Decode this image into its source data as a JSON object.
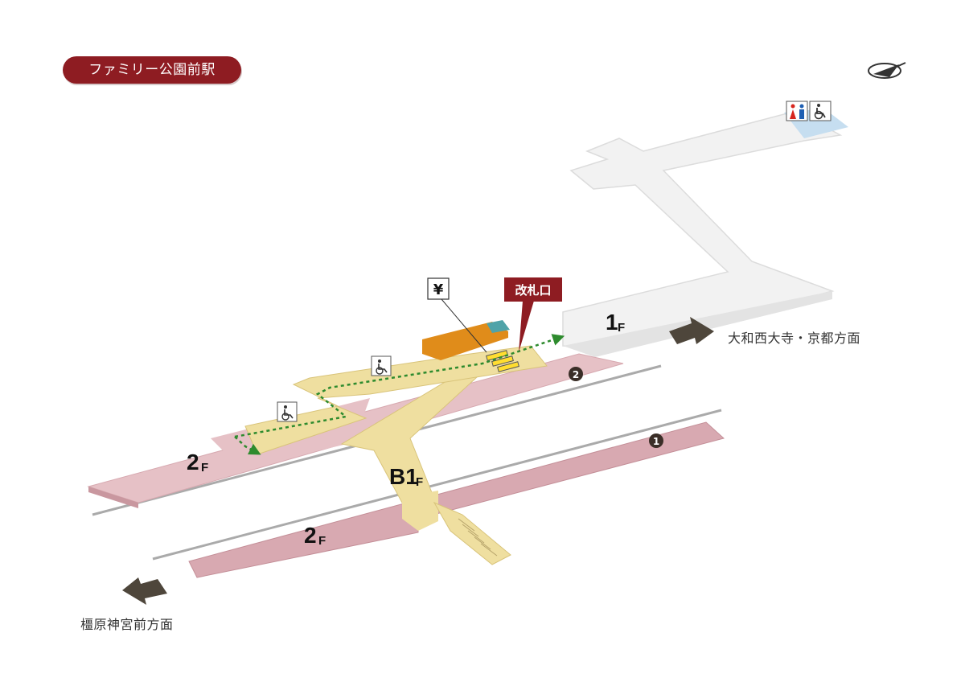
{
  "station_name": "ファミリー公園前駅",
  "labels": {
    "gate": "改札口",
    "yen": "¥",
    "floor_1f_num": "1",
    "floor_suffix": "F",
    "floor_2f_num": "2",
    "floor_b1_num": "B1",
    "platform_1": "1",
    "platform_2": "2"
  },
  "directions": {
    "east": "大和西大寺・京都方面",
    "west": "橿原神宮前方面"
  },
  "icons": [
    "compass-icon",
    "restroom-icon",
    "wheelchair-icon",
    "ticket-machine-icon",
    "ticket-gate-icon",
    "arrow-icon"
  ],
  "colors": {
    "concourse": "#f2f2f2",
    "passage": "#efdfa0",
    "platform": "#d8a9b1",
    "ticket_office": "#e08c1a",
    "gate_sign": "#8e1c22",
    "route": "#2e8b2e"
  }
}
